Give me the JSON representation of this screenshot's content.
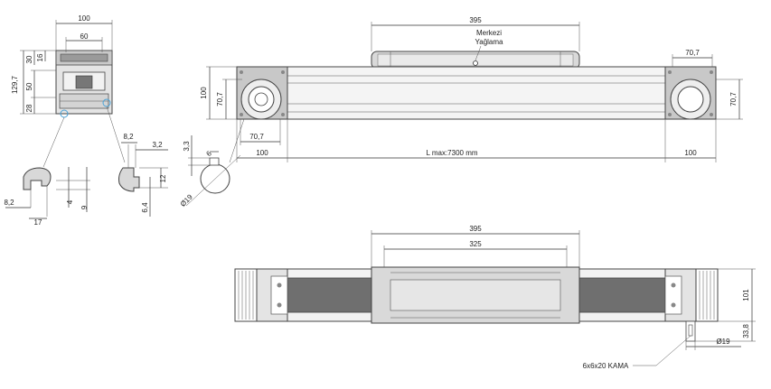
{
  "section_view": {
    "width_total": "100",
    "width_inner": "60",
    "dim_30": "30",
    "dim_16": "16",
    "dim_50": "50",
    "dim_28": "28",
    "height_total": "129,7"
  },
  "detail_left": {
    "dim_8_2": "8,2",
    "dim_17": "17",
    "dim_4": "4",
    "dim_9": "9"
  },
  "detail_right": {
    "dim_8_2": "8,2",
    "dim_3_2": "3,2",
    "dim_12": "12",
    "dim_6_4": "6,4"
  },
  "shaft_detail": {
    "dim_3_3": "3,3",
    "dim_6": "6",
    "diameter": "Ø19"
  },
  "front_view": {
    "length_top": "395",
    "lube_label_1": "Merkezi",
    "lube_label_2": "Yağlama",
    "height_100": "100",
    "height_70_7_left": "70,7",
    "height_70_7_right": "70,7",
    "width_70_7_top_right": "70,7",
    "width_70_7_bottom_left": "70,7",
    "end_left": "100",
    "end_right": "100",
    "length_main": "L max:7300 mm"
  },
  "top_view": {
    "length_outer": "395",
    "length_inner": "325",
    "height_101": "101",
    "height_33_8": "33,8",
    "diameter": "Ø19",
    "key_label": "6x6x20 KAMA"
  },
  "colors": {
    "line": "#333333",
    "belt": "#6f6f6f",
    "carriage": "#d9d9d9",
    "housing": "#c8c8c8",
    "highlight": "#4aa3d8"
  }
}
